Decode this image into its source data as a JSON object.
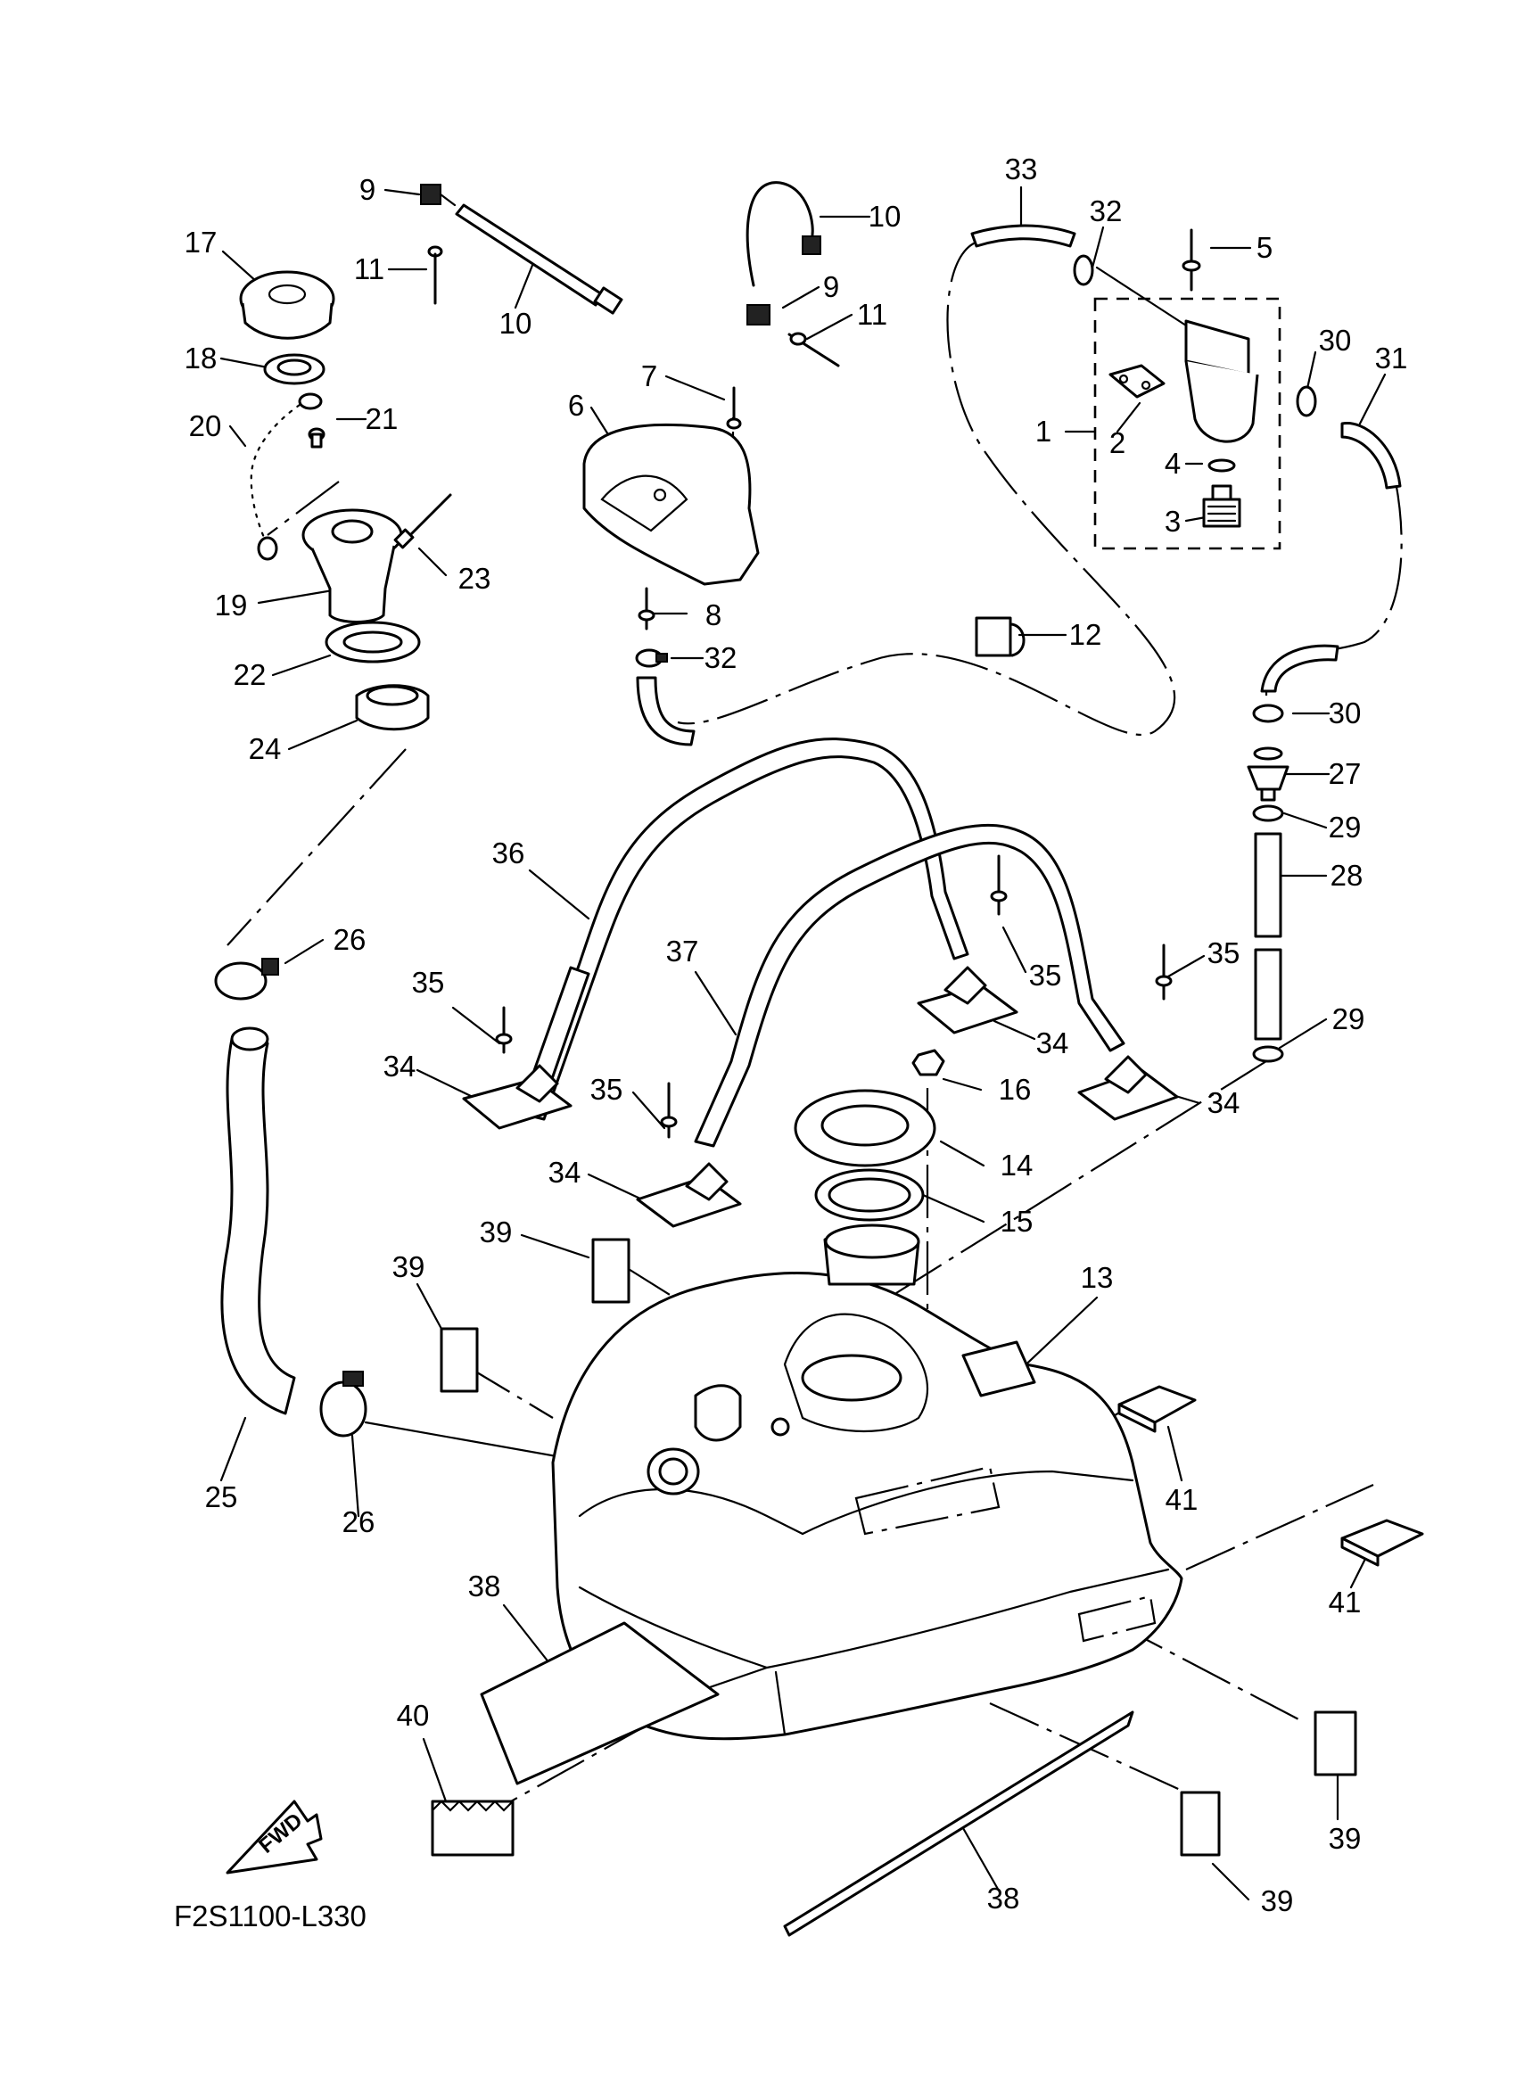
{
  "diagram_code": "F2S1100-L330",
  "fwd_label": "FWD",
  "callouts": [
    {
      "id": "c1",
      "text": "1"
    },
    {
      "id": "c2",
      "text": "2"
    },
    {
      "id": "c3",
      "text": "3"
    },
    {
      "id": "c4",
      "text": "4"
    },
    {
      "id": "c5",
      "text": "5"
    },
    {
      "id": "c6",
      "text": "6"
    },
    {
      "id": "c7",
      "text": "7"
    },
    {
      "id": "c8",
      "text": "8"
    },
    {
      "id": "c9a",
      "text": "9"
    },
    {
      "id": "c9b",
      "text": "9"
    },
    {
      "id": "c10a",
      "text": "10"
    },
    {
      "id": "c10b",
      "text": "10"
    },
    {
      "id": "c11a",
      "text": "11"
    },
    {
      "id": "c11b",
      "text": "11"
    },
    {
      "id": "c12",
      "text": "12"
    },
    {
      "id": "c13",
      "text": "13"
    },
    {
      "id": "c14",
      "text": "14"
    },
    {
      "id": "c15",
      "text": "15"
    },
    {
      "id": "c16",
      "text": "16"
    },
    {
      "id": "c17",
      "text": "17"
    },
    {
      "id": "c18",
      "text": "18"
    },
    {
      "id": "c19",
      "text": "19"
    },
    {
      "id": "c20",
      "text": "20"
    },
    {
      "id": "c21",
      "text": "21"
    },
    {
      "id": "c22",
      "text": "22"
    },
    {
      "id": "c23",
      "text": "23"
    },
    {
      "id": "c24",
      "text": "24"
    },
    {
      "id": "c25",
      "text": "25"
    },
    {
      "id": "c26a",
      "text": "26"
    },
    {
      "id": "c26b",
      "text": "26"
    },
    {
      "id": "c27",
      "text": "27"
    },
    {
      "id": "c28",
      "text": "28"
    },
    {
      "id": "c29a",
      "text": "29"
    },
    {
      "id": "c29b",
      "text": "29"
    },
    {
      "id": "c30a",
      "text": "30"
    },
    {
      "id": "c30b",
      "text": "30"
    },
    {
      "id": "c31",
      "text": "31"
    },
    {
      "id": "c32a",
      "text": "32"
    },
    {
      "id": "c32b",
      "text": "32"
    },
    {
      "id": "c33",
      "text": "33"
    },
    {
      "id": "c34a",
      "text": "34"
    },
    {
      "id": "c34b",
      "text": "34"
    },
    {
      "id": "c34c",
      "text": "34"
    },
    {
      "id": "c34d",
      "text": "34"
    },
    {
      "id": "c35a",
      "text": "35"
    },
    {
      "id": "c35b",
      "text": "35"
    },
    {
      "id": "c35c",
      "text": "35"
    },
    {
      "id": "c35d",
      "text": "35"
    },
    {
      "id": "c36",
      "text": "36"
    },
    {
      "id": "c37",
      "text": "37"
    },
    {
      "id": "c38a",
      "text": "38"
    },
    {
      "id": "c38b",
      "text": "38"
    },
    {
      "id": "c39a",
      "text": "39"
    },
    {
      "id": "c39b",
      "text": "39"
    },
    {
      "id": "c39c",
      "text": "39"
    },
    {
      "id": "c39d",
      "text": "39"
    },
    {
      "id": "c40",
      "text": "40"
    },
    {
      "id": "c41a",
      "text": "41"
    },
    {
      "id": "c41b",
      "text": "41"
    }
  ]
}
